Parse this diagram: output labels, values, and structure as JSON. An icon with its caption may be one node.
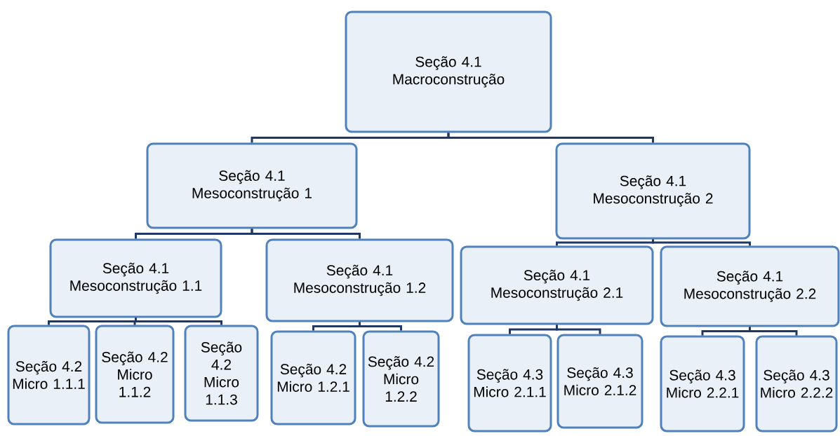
{
  "diagram": {
    "nodes": [
      {
        "text": [
          "Seção 4.1",
          "Macroconstrução"
        ]
      },
      {
        "text": [
          "Seção 4.1",
          "Mesoconstrução 1"
        ]
      },
      {
        "text": [
          "Seção 4.1",
          "Mesoconstrução 2"
        ]
      },
      {
        "text": [
          "Seção 4.1",
          "Mesoconstrução 1.1"
        ]
      },
      {
        "text": [
          "Seção 4.1",
          "Mesoconstrução 1.2"
        ]
      },
      {
        "text": [
          "Seção 4.1",
          "Mesoconstrução 2.1"
        ]
      },
      {
        "text": [
          "Seção 4.1",
          "Mesoconstrução 2.2"
        ]
      },
      {
        "text": [
          "Seção 4.2",
          "Micro 1.1.1"
        ]
      },
      {
        "text": [
          "Seção 4.2",
          "Micro 1.1.2"
        ]
      },
      {
        "text": [
          "Seção 4.2",
          "Micro 1.1.3"
        ]
      },
      {
        "text": [
          "Seção 4.2",
          "Micro 1.2.1"
        ]
      },
      {
        "text": [
          "Seção 4.2",
          "Micro 1.2.2"
        ]
      },
      {
        "text": [
          "Seção 4.3",
          "Micro 2.1.1"
        ]
      },
      {
        "text": [
          "Seção 4.3",
          "Micro 2.1.2"
        ]
      },
      {
        "text": [
          "Seção 4.3",
          "Micro 2.2.1"
        ]
      },
      {
        "text": [
          "Seção 4.3",
          "Micro 2.2.2"
        ]
      }
    ],
    "edges": [
      {
        "from": 0,
        "to": 1,
        "arrow": "none"
      },
      {
        "from": 0,
        "to": 2,
        "arrow": "none"
      },
      {
        "from": 1,
        "to": 3,
        "arrow": "none"
      },
      {
        "from": 1,
        "to": 4,
        "arrow": "none"
      },
      {
        "from": 2,
        "to": 5,
        "arrow": "none"
      },
      {
        "from": 2,
        "to": 6,
        "arrow": "none"
      },
      {
        "from": 3,
        "to": 7,
        "arrow": "none"
      },
      {
        "from": 3,
        "to": 8,
        "arrow": "none"
      },
      {
        "from": 3,
        "to": 9,
        "arrow": "none"
      },
      {
        "from": 4,
        "to": 10,
        "arrow": "none"
      },
      {
        "from": 4,
        "to": 11,
        "arrow": "none"
      },
      {
        "from": 5,
        "to": 12,
        "arrow": "none"
      },
      {
        "from": 5,
        "to": 13,
        "arrow": "none"
      },
      {
        "from": 6,
        "to": 14,
        "arrow": "none"
      },
      {
        "from": 6,
        "to": 15,
        "arrow": "none"
      }
    ]
  }
}
